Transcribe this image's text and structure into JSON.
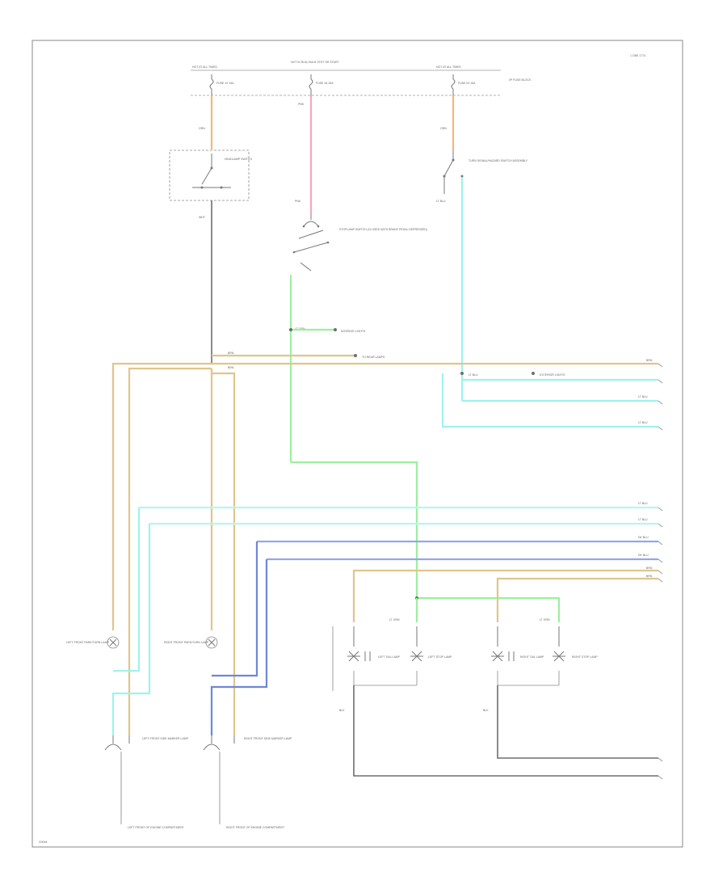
{
  "page": {
    "id_ref": "1 OBE 1774",
    "footer_code": "G0044"
  },
  "colors": {
    "tan": "#e0c58a",
    "orange": "#f3b877",
    "pink": "#f5a6bf",
    "green": "#9cf09c",
    "cyan": "#9ef2ee",
    "light_cyan": "#b8f5f1",
    "blue": "#93a8e8",
    "dark_blue": "#6f86d8",
    "gray": "#6e6e6e",
    "light_gray": "#9a9a9a"
  },
  "top_labels": {
    "left_hot": "HOT AT ALL TIMES",
    "mid_hot": "HOT IN RUN, BULB TEST OR START",
    "right_hot": "HOT AT ALL TIMES",
    "fuse_block": "I/P FUSE BLOCK",
    "fuse1": "FUSE 19 15A",
    "fuse2": "FUSE 18 15A",
    "fuse3": "FUSE 04 15A"
  },
  "wires": {
    "w_top1": "ORN",
    "w_top2": "PNK",
    "w_top3": "ORN",
    "w_headlamp": "WHT",
    "w_stop_in": "PNK",
    "w_stop_out": "LT GRN",
    "w_turn_out": "LT BLU",
    "w_a": "BRN",
    "w_b": "BRN",
    "w_c": "LT BLU",
    "w_d": "LT BLU",
    "w_e": "LT BLU",
    "w_f": "DK BLU",
    "w_g": "DK BLU",
    "w_h": "BRN",
    "w_i": "BRN",
    "w_j": "BLK",
    "w_k": "BLK",
    "w_l": "LT GRN",
    "w_m": "LT GRN"
  },
  "components": {
    "headlamp_switch": "HEADLAMP SWITCH",
    "stoplamp_switch": "STOPLAMP SWITCH (CLOSED WITH BRAKE PEDAL DEPRESSED)",
    "hazard_switch": "TURN SIGNAL/HAZARD SWITCH ASSEMBLY",
    "interior_lights": "INTERIOR LIGHTS",
    "to_rear_lamps": "TO REAR LAMPS",
    "to_exterior": "EXTERIOR LIGHTS",
    "left_park": "LEFT FRONT PARK/TURN LAMP",
    "right_park": "RIGHT FRONT PARK/TURN LAMP",
    "left_side": "LEFT FRONT SIDE MARKER LAMP",
    "right_side": "RIGHT FRONT SIDE MARKER LAMP",
    "left_tail": "LEFT TAIL LAMP",
    "left_stop": "LEFT STOP LAMP",
    "right_tail": "RIGHT TAIL LAMP",
    "right_stop": "RIGHT STOP LAMP",
    "ground_left": "LEFT FRONT OF ENGINE COMPARTMENT",
    "ground_right": "RIGHT FRONT OF ENGINE COMPARTMENT"
  }
}
